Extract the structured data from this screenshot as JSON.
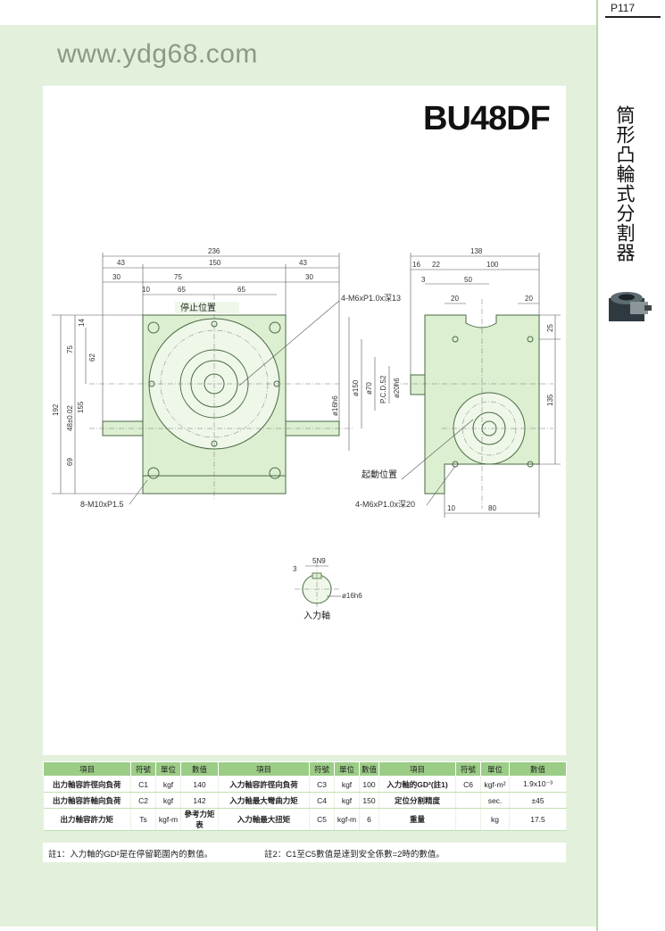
{
  "page": {
    "number": "P117"
  },
  "website": "www.ydg68.com",
  "model": "BU48DF",
  "category_title": "筒形凸輪式分割器",
  "drawing": {
    "top_dims": [
      "236",
      "43",
      "150",
      "43",
      "30",
      "75",
      "30",
      "10",
      "65",
      "65"
    ],
    "left_dims": [
      "14",
      "75",
      "62",
      "192",
      "48±0.02",
      "155",
      "69"
    ],
    "right_view_top_dims": [
      "138",
      "16",
      "22",
      "100",
      "3",
      "50",
      "20",
      "20"
    ],
    "right_view_side_dims": [
      "25",
      "135"
    ],
    "right_view_bottom_dims": [
      "10",
      "80"
    ],
    "diameters": [
      "ø16h6",
      "ø150",
      "ø70",
      "P.C.D.52",
      "ø20h6"
    ],
    "callout_tapped_top": "4-M6xP1.0x深13",
    "callout_bolt": "8-M10xP1.5",
    "callout_tapped_bottom": "4-M6xP1.0x深20",
    "label_stop": "停止位置",
    "label_start": "起動位置",
    "shaft_key": "5N9",
    "shaft_key_depth": "3",
    "shaft_dia": "ø16h6",
    "label_input_shaft": "入力軸"
  },
  "spec_table": {
    "headers": [
      "項目",
      "符號",
      "單位",
      "數值",
      "項目",
      "符號",
      "單位",
      "數值",
      "項目",
      "符號",
      "單位",
      "數值"
    ],
    "rows": [
      [
        "出力軸容許徑向負荷",
        "C1",
        "kgf",
        "140",
        "入力軸容許徑向負荷",
        "C3",
        "kgf",
        "100",
        "入力軸的GD²(註1)",
        "C6",
        "kgf-m²",
        "1.9x10⁻³"
      ],
      [
        "出力軸容許軸向負荷",
        "C2",
        "kgf",
        "142",
        "入力軸最大彎曲力矩",
        "C4",
        "kgf",
        "150",
        "定位分割精度",
        "",
        "sec.",
        "±45"
      ],
      [
        "出力軸容許力矩",
        "Ts",
        "kgf-m",
        "參考力矩表",
        "入力軸最大扭矩",
        "C5",
        "kgf-m",
        "6",
        "重量",
        "",
        "kg",
        "17.5"
      ]
    ]
  },
  "notes": {
    "note1": "註1：入力軸的GD²是在停留範圍內的數值。",
    "note2": "註2：C1至C5數值是達到安全係數=2時的數值。"
  }
}
